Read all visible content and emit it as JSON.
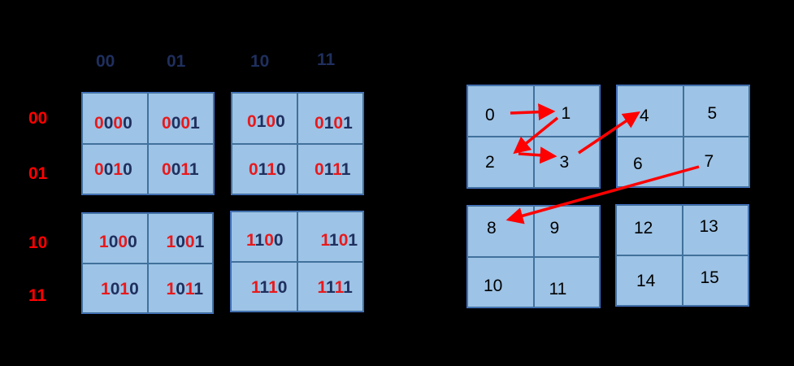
{
  "column_labels": [
    "00",
    "01",
    "10",
    "11"
  ],
  "row_labels": [
    "00",
    "01",
    "10",
    "11"
  ],
  "codes": [
    [
      "0000",
      "0001",
      "0100",
      "0101"
    ],
    [
      "0010",
      "0011",
      "0110",
      "0111"
    ],
    [
      "1000",
      "1001",
      "1100",
      "1101"
    ],
    [
      "1010",
      "1011",
      "1110",
      "1111"
    ]
  ],
  "indices": [
    "0",
    "1",
    "2",
    "3",
    "4",
    "5",
    "6",
    "7",
    "8",
    "9",
    "10",
    "11",
    "12",
    "13",
    "14",
    "15"
  ],
  "colors": {
    "background": "#000000",
    "cell_fill": "#9dc3e6",
    "cell_border": "#41719c",
    "row_label": "#ff0000",
    "column_label": "#1f2f5e",
    "row_bits": "#e8191b",
    "column_bits": "#1f2f5e",
    "arrow": "#ff0000"
  }
}
